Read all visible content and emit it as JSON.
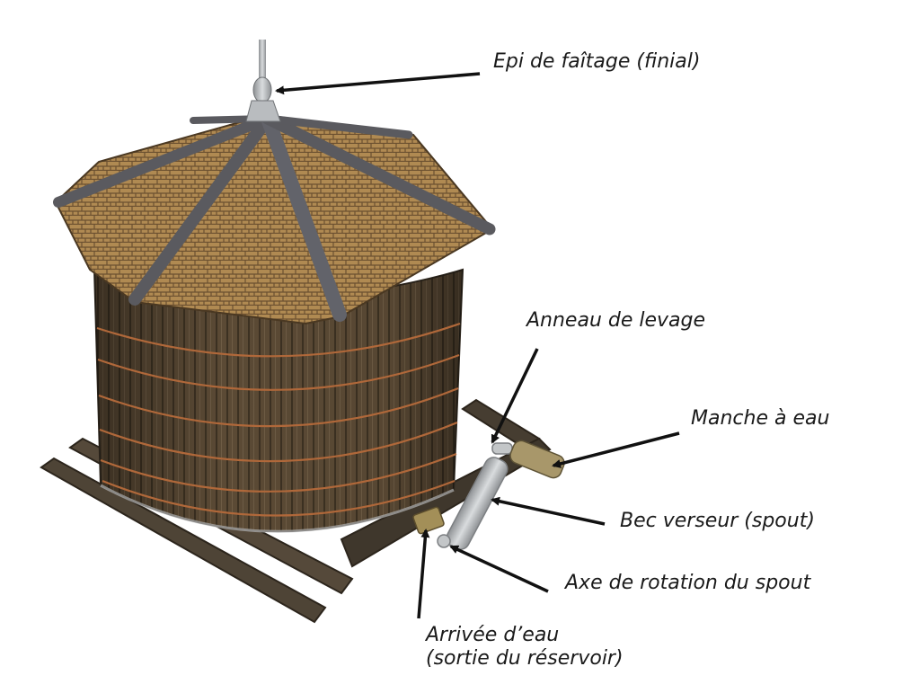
{
  "labels": {
    "finial": "Epi de faîtage (finial)",
    "anneau": "Anneau de levage",
    "manche": "Manche à eau",
    "bec": "Bec verseur (spout)",
    "axe": "Axe de rotation du spout",
    "arrivee_line1": "Arrivée d’eau",
    "arrivee_line2": "(sortie du réservoir)"
  },
  "colors": {
    "roof_shingle": "#b08a52",
    "roof_dark": "#6b5030",
    "roof_rib": "#5a5a5f",
    "tank_wood": "#5b4a35",
    "tank_dark": "#3c3122",
    "copper_band": "#b0683a",
    "beam_wood": "#4e4436",
    "spout_metal": "#b9bcbf",
    "manche_tan": "#a8976a",
    "arrow": "#111111"
  }
}
